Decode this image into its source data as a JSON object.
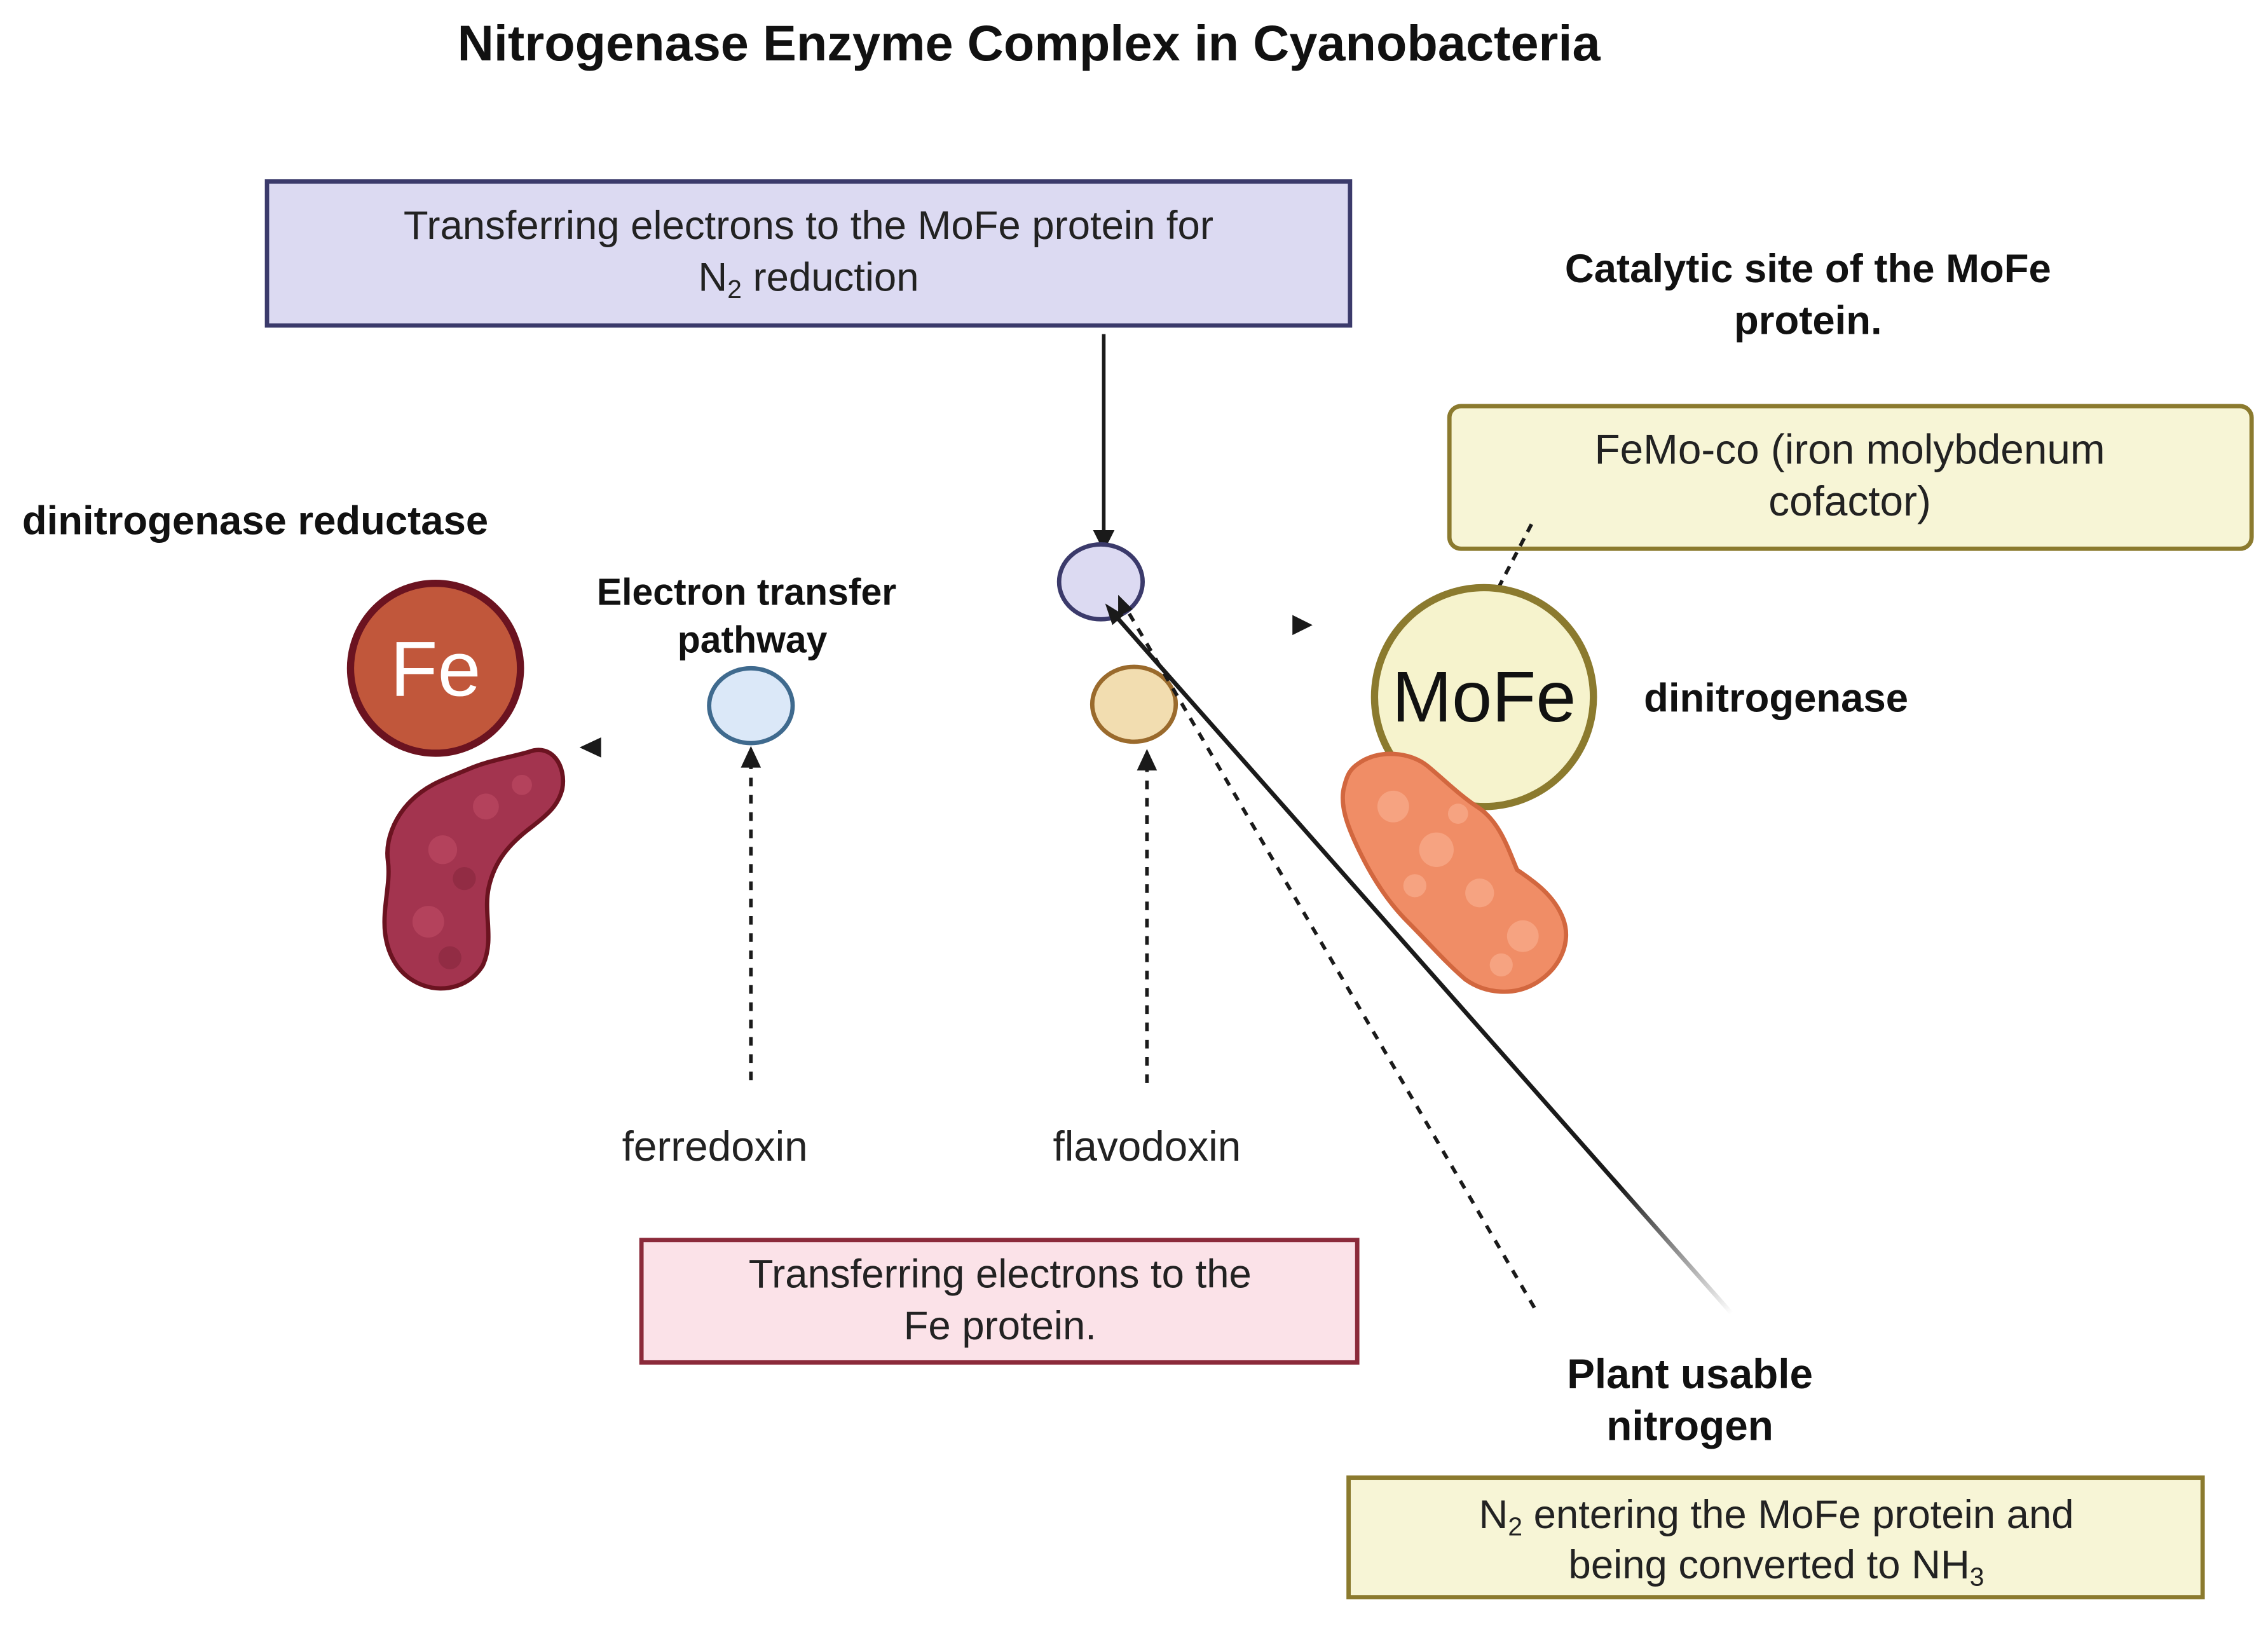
{
  "title": "Nitrogenase Enzyme Complex in Cyanobacteria",
  "labels": {
    "dinitrogenase_reductase": "dinitrogenase reductase",
    "electron_transfer_line1": "Electron transfer",
    "electron_transfer_line2": "pathway",
    "catalytic_site_line1": "Catalytic site of the MoFe",
    "catalytic_site_line2": "protein.",
    "dinitrogenase": "dinitrogenase",
    "ferredoxin": "ferredoxin",
    "flavodoxin": "flavodoxin",
    "plant_usable_line1": "Plant usable",
    "plant_usable_line2": "nitrogen",
    "fe_circle": "Fe",
    "mofe_circle": "MoFe"
  },
  "boxes": {
    "mofe_transfer": {
      "line1": "Transferring electrons to the MoFe protein for",
      "line2_pre": "N",
      "line2_sub": "2",
      "line2_post": " reduction"
    },
    "femoco": {
      "line1": "FeMo-co (iron molybdenum",
      "line2": "cofactor)"
    },
    "fe_transfer": {
      "line1": "Transferring electrons to the",
      "line2": "Fe protein."
    },
    "n2_entering": {
      "line1_pre": "N",
      "line1_sub": "2",
      "line1_post": " entering the MoFe protein and",
      "line2_pre": "being converted to NH",
      "line2_sub": "3"
    }
  },
  "colors": {
    "fe_circle_fill": "#c1573b",
    "fe_circle_stroke": "#6b1320",
    "fe_protein": "#a3344f",
    "mofe_circle_fill": "#f6f3cd",
    "mofe_circle_stroke": "#8b7a2e",
    "mofe_protein": "#f08d66",
    "box_purple_fill": "#dcdaf2",
    "box_purple_stroke": "#3b3a6b",
    "box_yellow_fill": "#f7f5d6",
    "box_yellow_stroke": "#8b7a2e",
    "box_pink_fill": "#fbe2e8",
    "box_pink_stroke": "#8b2a3a",
    "ferredoxin_fill": "#dbe8f8",
    "ferredoxin_stroke": "#3f6a8e",
    "flavodoxin_fill": "#f2ddb0",
    "flavodoxin_stroke": "#9a6a2c",
    "top_circle_fill": "#dcdaf2",
    "top_circle_stroke": "#3b3a6b"
  }
}
